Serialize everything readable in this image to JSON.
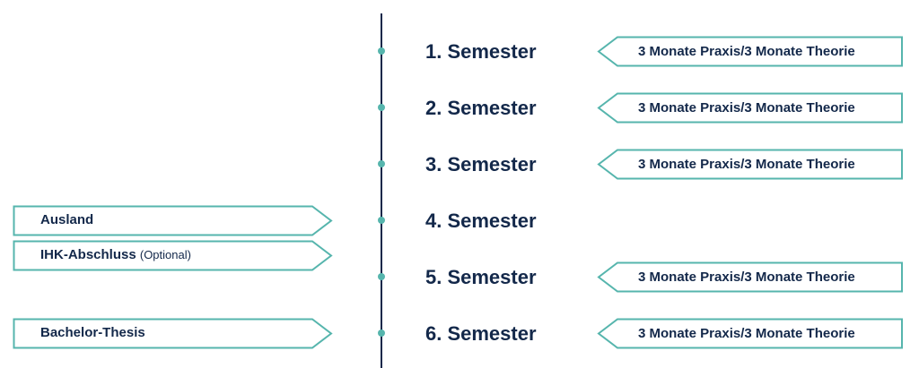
{
  "colors": {
    "line": "#13284a",
    "text": "#13284a",
    "accent": "#56b5ad"
  },
  "semesters": [
    {
      "label": "1. Semester",
      "right_tag": "3 Monate Praxis/3 Monate Theorie"
    },
    {
      "label": "2. Semester",
      "right_tag": "3 Monate Praxis/3 Monate Theorie"
    },
    {
      "label": "3. Semester",
      "right_tag": "3 Monate Praxis/3 Monate Theorie"
    },
    {
      "label": "4. Semester",
      "right_tag": ""
    },
    {
      "label": "5. Semester",
      "right_tag": "3 Monate Praxis/3 Monate Theorie"
    },
    {
      "label": "6. Semester",
      "right_tag": "3 Monate Praxis/3 Monate Theorie"
    }
  ],
  "left_tags": {
    "ausland": "Ausland",
    "ihk": "IHK-Abschluss",
    "ihk_optional": "(Optional)",
    "thesis": "Bachelor-Thesis"
  }
}
